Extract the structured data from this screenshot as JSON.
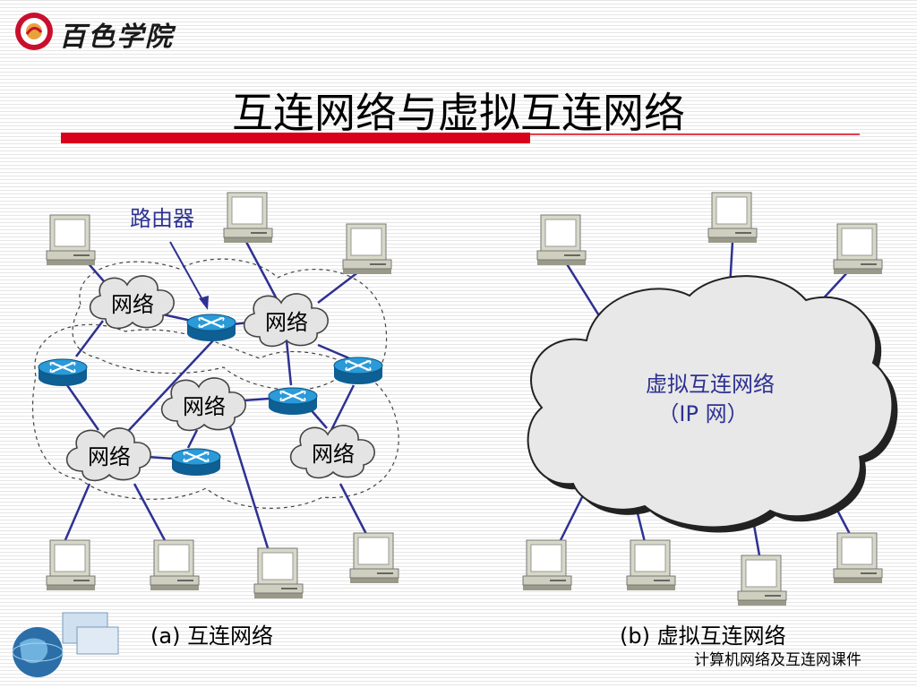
{
  "header": {
    "logo_text": "百色学院",
    "title": "互连网络与虚拟互连网络"
  },
  "diagram": {
    "router_callout": "路由器",
    "network_label": "网络",
    "virtual_cloud_line1": "虚拟互连网络",
    "virtual_cloud_line2": "（IP 网）"
  },
  "captions": {
    "a": "(a) 互连网络",
    "b": "(b) 虚拟互连网络"
  },
  "footer": "计算机网络及互连网课件",
  "colors": {
    "accent_red": "#d9001b",
    "link_blue": "#2e3192",
    "router_blue": "#1b86c4",
    "cloud_gray": "#e8e8e8"
  }
}
